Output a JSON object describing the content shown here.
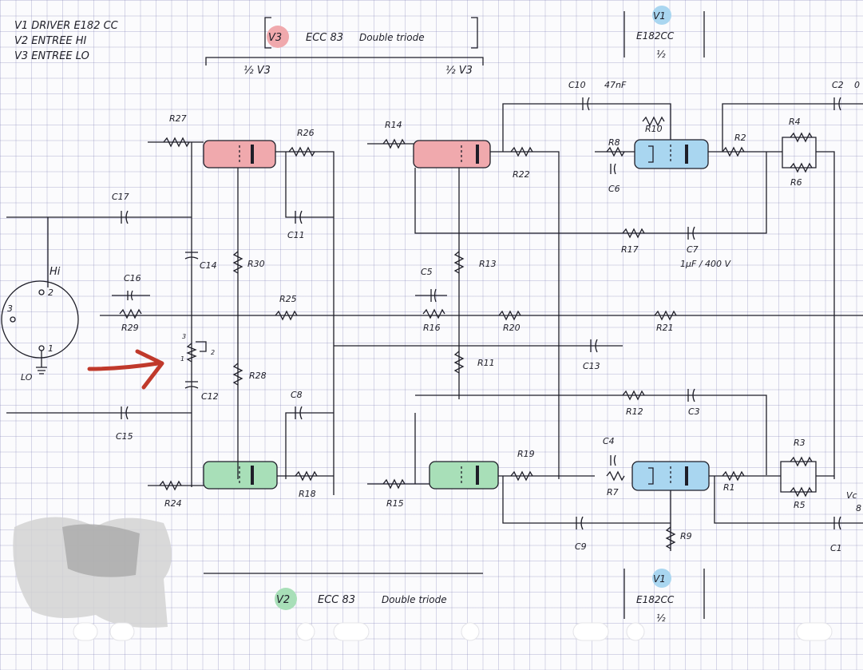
{
  "legend": {
    "line1": "V1  DRIVER  E182 CC",
    "line2": "V2  ENTREE  HI",
    "line3": "V3  ENTREE  LO"
  },
  "tubes": {
    "v3": {
      "badge": "V3",
      "type": "ECC 83",
      "desc": "Double triode",
      "half": "½ V3",
      "color": "#f0a9ad"
    },
    "v2": {
      "badge": "V2",
      "type": "ECC 83",
      "desc": "Double triode",
      "color": "#a8dfb8"
    },
    "v1": {
      "badge": "V1",
      "type": "E182CC",
      "half": "½",
      "color": "#a9d6f0"
    }
  },
  "connector": {
    "hi": "Hi",
    "lo": "LO",
    "pin1": "1",
    "pin2": "2",
    "pin3": "3"
  },
  "resistors": {
    "r1": "R1",
    "r2": "R2",
    "r3": "R3",
    "r4": "R4",
    "r5": "R5",
    "r6": "R6",
    "r7": "R7",
    "r8": "R8",
    "r9": "R9",
    "r10": "R10",
    "r11": "R11",
    "r12": "R12",
    "r13": "R13",
    "r14": "R14",
    "r15": "R15",
    "r16": "R16",
    "r17": "R17",
    "r18": "R18",
    "r19": "R19",
    "r20": "R20",
    "r21": "R21",
    "r22": "R22",
    "r24": "R24",
    "r25": "R25",
    "r26": "R26",
    "r27": "R27",
    "r28": "R28",
    "r29": "R29",
    "r30": "R30"
  },
  "capacitors": {
    "c1": "C1",
    "c2": "C2",
    "c3": "C3",
    "c4": "C4",
    "c5": "C5",
    "c6": "C6",
    "c7": "C7",
    "c7_value": "1µF / 400 V",
    "c8": "C8",
    "c9": "C9",
    "c10": "C10",
    "c10_value": "47nF",
    "c11": "C11",
    "c12": "C12",
    "c13": "C13",
    "c14": "C14",
    "c15": "C15",
    "c16": "C16",
    "c17": "C17"
  },
  "pot": {
    "pin1": "1",
    "pin2": "2",
    "pin3": "3"
  },
  "edge": {
    "top_right": "0",
    "bottom_right_a": "Vc",
    "bottom_right_b": "8"
  },
  "colors": {
    "pen": "#1e1e28",
    "arrow": "#c0392b",
    "v3": "#f0a9ad",
    "v2": "#a8dfb8",
    "v1": "#a9d6f0"
  }
}
